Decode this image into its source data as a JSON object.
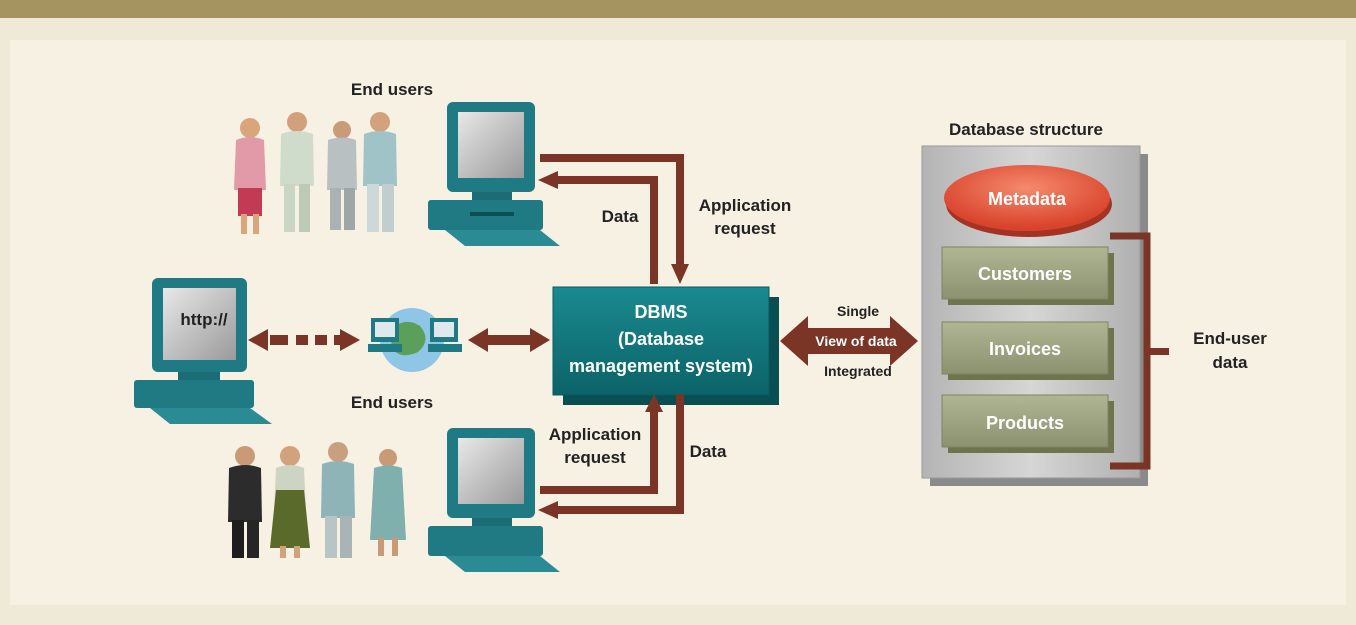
{
  "diagram": {
    "end_users_top": "End users",
    "end_users_bottom": "End users",
    "top_data": "Data",
    "top_app_line1": "Application",
    "top_app_line2": "request",
    "bottom_app_line1": "Application",
    "bottom_app_line2": "request",
    "bottom_data": "Data",
    "http": "http://",
    "dbms_line1": "DBMS",
    "dbms_line2": "(Database",
    "dbms_line3": "management system)",
    "single": "Single",
    "view_of_data": "View of data",
    "integrated": "Integrated",
    "db_structure": "Database structure",
    "metadata": "Metadata",
    "customers": "Customers",
    "invoices": "Invoices",
    "products": "Products",
    "end_user_data_line1": "End-user",
    "end_user_data_line2": "data"
  },
  "colors": {
    "arrow": "#7a3526",
    "dbms": "#0f7a80",
    "metadata": "#e2553c",
    "table_box": "#9ea482",
    "background": "#efe9d7",
    "topbar": "#a59460"
  }
}
